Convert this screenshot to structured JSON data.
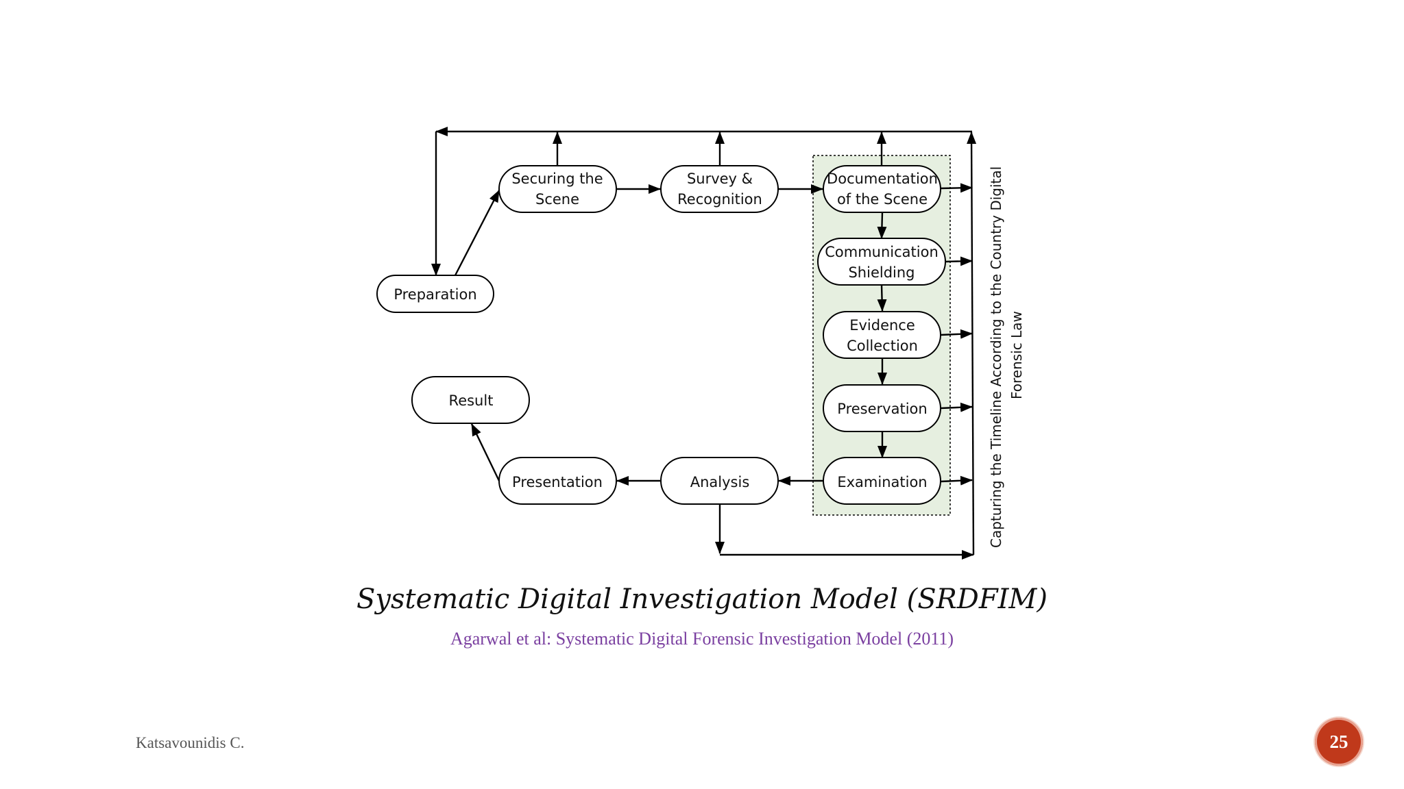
{
  "diagram": {
    "nodes": {
      "preparation": [
        "Preparation"
      ],
      "securing": [
        "Securing the",
        "Scene"
      ],
      "survey": [
        "Survey &",
        "Recognition"
      ],
      "documentation": [
        "Documentation",
        "of the Scene"
      ],
      "communication": [
        "Communication",
        "Shielding"
      ],
      "evidence": [
        "Evidence",
        "Collection"
      ],
      "preservation": [
        "Preservation"
      ],
      "examination": [
        "Examination"
      ],
      "analysis": [
        "Analysis"
      ],
      "presentation": [
        "Presentation"
      ],
      "result": [
        "Result"
      ]
    },
    "side_label": [
      "Capturing the Timeline According to the Country Digital",
      "Forensic Law"
    ]
  },
  "caption": {
    "title": "Systematic Digital Investigation Model (SRDFIM)",
    "source": "Agarwal et al: Systematic Digital Forensic Investigation Model (2011)"
  },
  "footer": {
    "author": "Katsavounidis C.",
    "page_number": "25"
  }
}
